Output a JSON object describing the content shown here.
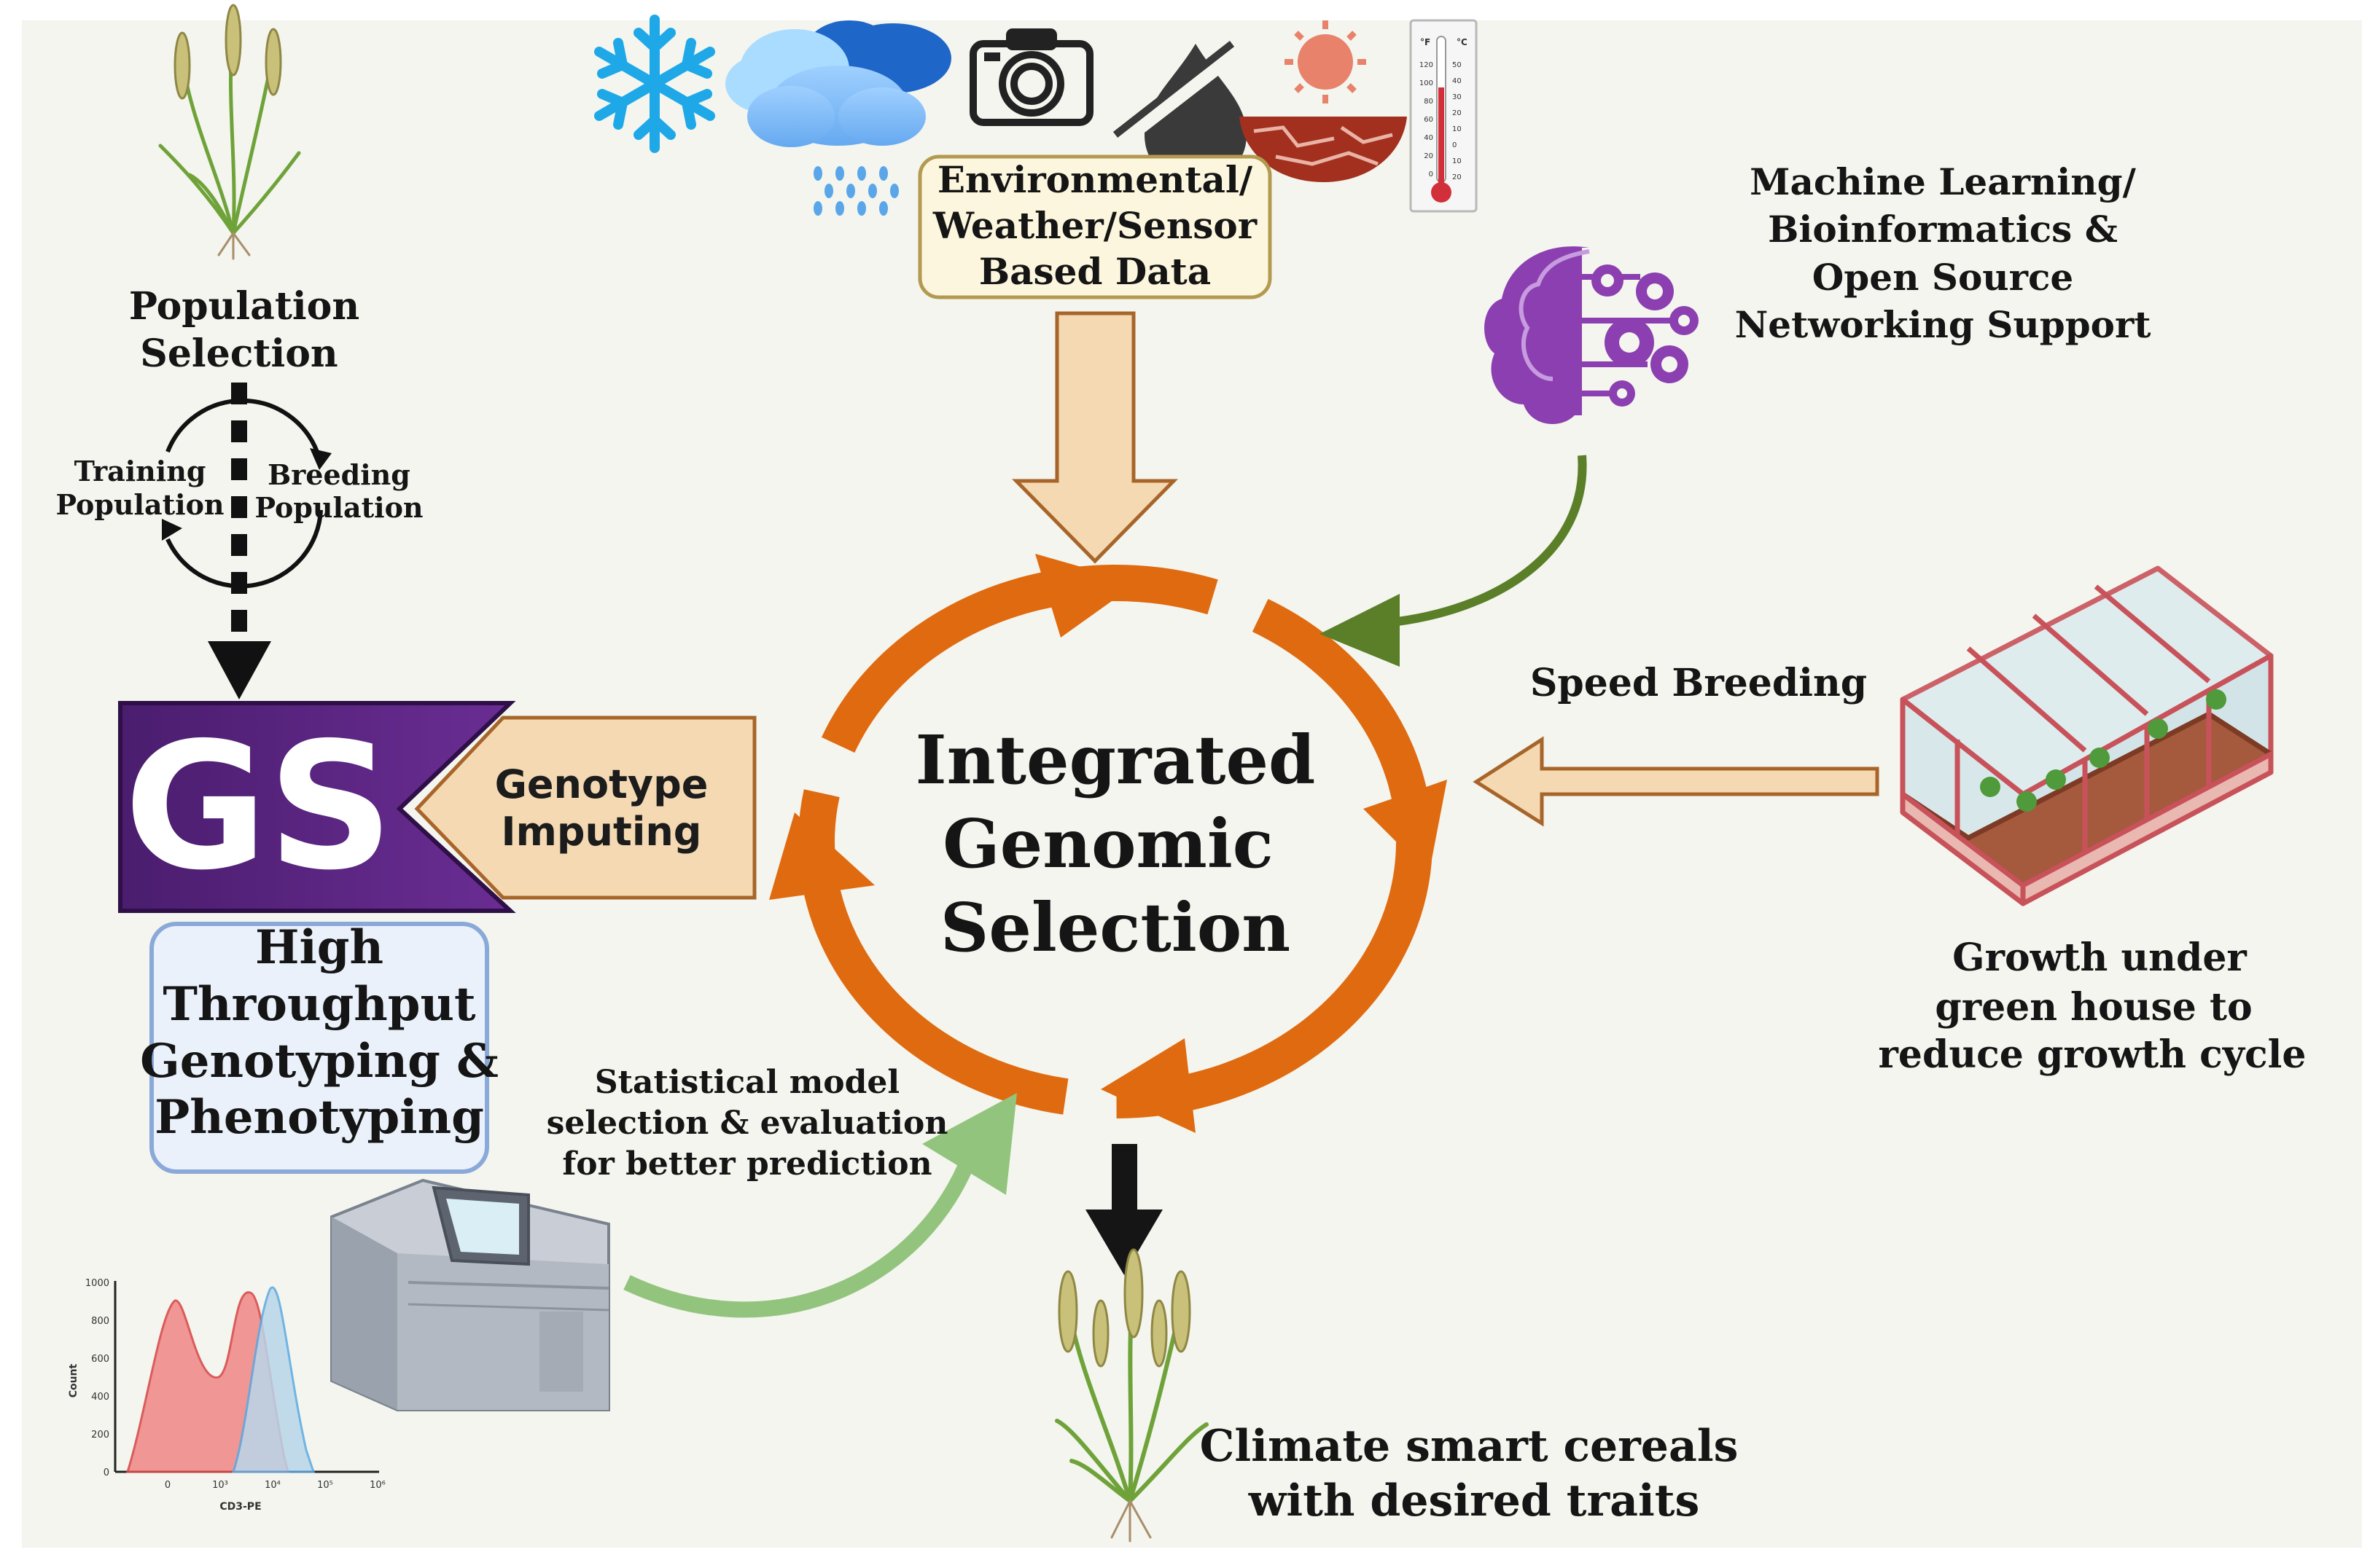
{
  "center": {
    "lines": [
      "Integrated",
      "Genomic",
      "Selection"
    ]
  },
  "population": {
    "title_lines": [
      "Population",
      "Selection"
    ],
    "training_lines": [
      "Training",
      "Population"
    ],
    "breeding_lines": [
      "Breeding",
      "Population"
    ]
  },
  "environment": {
    "lines": [
      "Environmental/",
      "Weather/Sensor",
      "Based Data"
    ]
  },
  "machine_learning": {
    "lines": [
      "Machine Learning/",
      "Bioinformatics &",
      "Open Source",
      "Networking Support"
    ]
  },
  "speed_breeding": {
    "label": "Speed Breeding"
  },
  "greenhouse": {
    "lines": [
      "Growth under",
      "green house to",
      "reduce growth cycle"
    ]
  },
  "gs": {
    "label": "GS"
  },
  "genotype_imputing": {
    "lines": [
      "Genotype",
      "Imputing"
    ]
  },
  "htp": {
    "lines": [
      "High",
      "Throughput",
      "Genotyping &",
      "Phenotyping"
    ]
  },
  "statistical": {
    "lines": [
      "Statistical model",
      "selection & evaluation",
      "for better prediction"
    ]
  },
  "outcome": {
    "lines": [
      "Climate smart cereals",
      "with desired traits"
    ]
  },
  "histogram": {
    "y_ticks": [
      "1000",
      "800",
      "600",
      "400",
      "200",
      "0"
    ],
    "x_ticks": [
      "0",
      "10³",
      "10⁴",
      "10⁵",
      "10⁶"
    ],
    "ylabel": "Count",
    "xlabel": "CD3-PE"
  },
  "thermometer": {
    "f_label": "°F",
    "c_label": "°C",
    "f_ticks": [
      "120",
      "100",
      "80",
      "60",
      "40",
      "20",
      "0"
    ],
    "c_ticks": [
      "50",
      "40",
      "30",
      "20",
      "10",
      "0",
      "10",
      "20"
    ]
  },
  "colors": {
    "background": "#f3f5ee",
    "cycle_orange": "#e06a10",
    "gs_purple": "#5b2483",
    "genotype_box": "#f4d9b3",
    "env_box": "#fbf6dd",
    "htp_box": "#eaf1fb",
    "speed_breeding": "#c0399b",
    "outcome_green": "#5fae4a",
    "ml_purple": "#8c3fb0",
    "arrow_olive": "#5a7f28",
    "arrow_light_green": "#93c47d"
  }
}
